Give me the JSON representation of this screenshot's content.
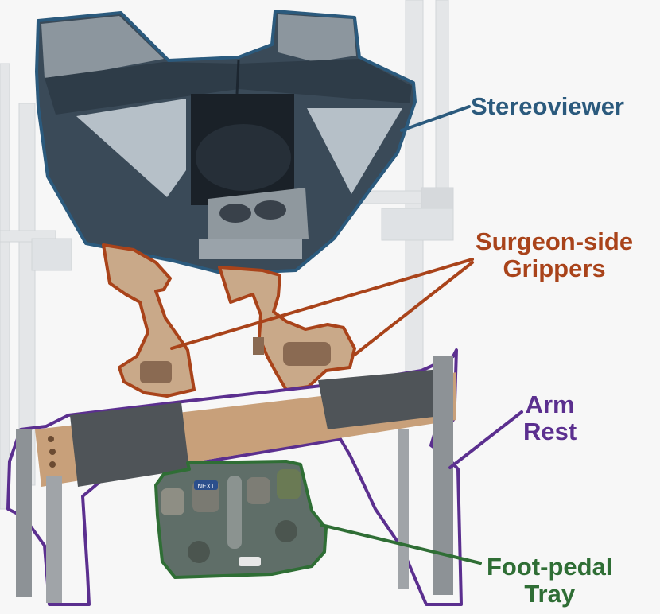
{
  "labels": {
    "stereoviewer": {
      "lines": [
        "Stereoviewer"
      ],
      "color": "#2b5a7d"
    },
    "grippers": {
      "lines": [
        "Surgeon-side",
        "Grippers"
      ],
      "color": "#a9431a"
    },
    "arm_rest": {
      "lines": [
        "Arm",
        "Rest"
      ],
      "color": "#5b2f8f"
    },
    "foot_tray": {
      "lines": [
        "Foot-pedal",
        "Tray"
      ],
      "color": "#2f6e35"
    }
  },
  "pedal_tags": [
    "NEXT"
  ]
}
